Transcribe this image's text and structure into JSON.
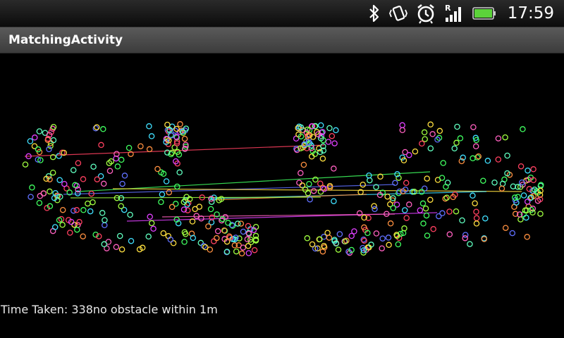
{
  "status_bar": {
    "time": "17:59",
    "icons": [
      "bluetooth-icon",
      "vibrate-icon",
      "alarm-icon",
      "roaming-signal-icon",
      "battery-icon"
    ],
    "roaming_letter": "R",
    "battery_color": "#5cd33a"
  },
  "title_bar": {
    "title": "MatchingActivity"
  },
  "result": {
    "text": "Time Taken: 338no obstacle within 1m"
  },
  "colors": {
    "background": "#000000",
    "keypoint_palette": [
      "#ff4060",
      "#40ff60",
      "#6070ff",
      "#ffe040",
      "#40e0ff",
      "#e040ff",
      "#ff9040",
      "#a0ff40",
      "#ff60c0",
      "#60ffc0"
    ]
  }
}
